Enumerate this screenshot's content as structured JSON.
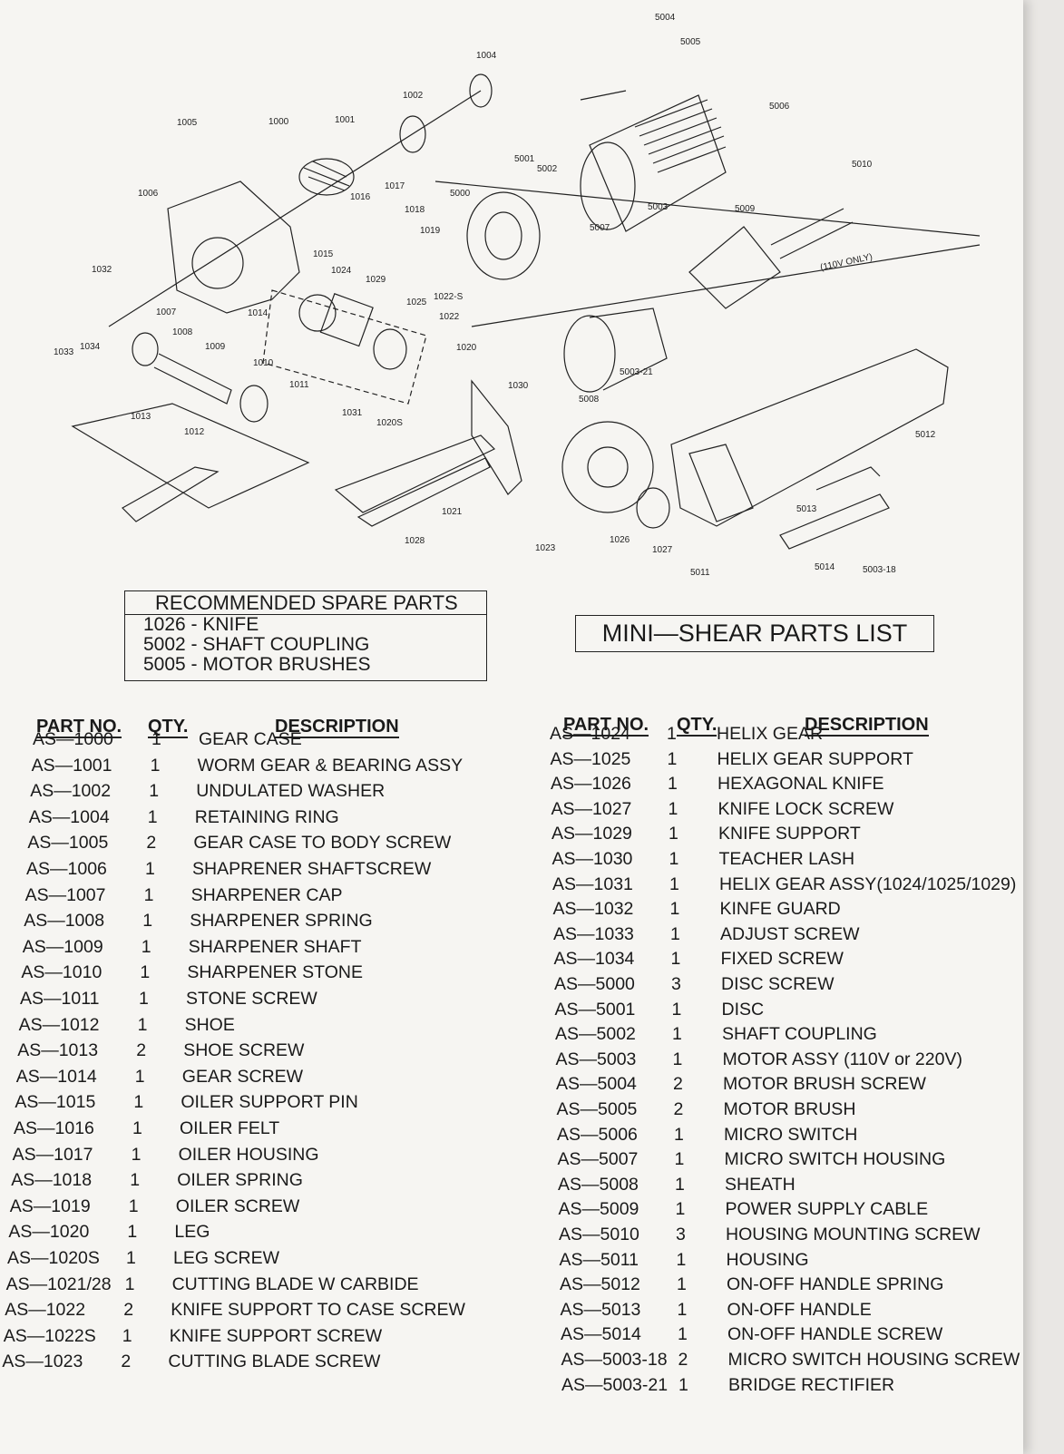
{
  "diagram": {
    "callouts": [
      "1000",
      "1001",
      "1002",
      "1004",
      "1005",
      "1006",
      "1007",
      "1008",
      "1009",
      "1010",
      "1011",
      "1012",
      "1013",
      "1014",
      "1015",
      "1016",
      "1017",
      "1018",
      "1019",
      "1020",
      "1020S",
      "1021",
      "1022",
      "1022-S",
      "1024",
      "1025",
      "1026",
      "1027",
      "1028",
      "1029",
      "1030",
      "1031",
      "1032",
      "1033",
      "1034",
      "1023",
      "5000",
      "5001",
      "5002",
      "5003",
      "5004",
      "5005",
      "5006",
      "5007",
      "5008",
      "5009",
      "5010",
      "5011",
      "5012",
      "5013",
      "5014",
      "5003-18",
      "5003-21"
    ],
    "note_110v": "(110V ONLY)"
  },
  "spare_parts": {
    "title": "RECOMMENDED SPARE PARTS",
    "items": [
      "1026 - KNIFE",
      "5002 - SHAFT COUPLING",
      "5005 - MOTOR BRUSHES"
    ]
  },
  "list_title": "MINI—SHEAR PARTS LIST",
  "headers": {
    "part_no": "PART NO.",
    "qty": "QTY.",
    "description": "DESCRIPTION"
  },
  "left_table": [
    {
      "part": "AS—1000",
      "qty": "1",
      "desc": "GEAR CASE"
    },
    {
      "part": "AS—1001",
      "qty": "1",
      "desc": "WORM GEAR & BEARING ASSY"
    },
    {
      "part": "AS—1002",
      "qty": "1",
      "desc": "UNDULATED WASHER"
    },
    {
      "part": "AS—1004",
      "qty": "1",
      "desc": "RETAINING RING"
    },
    {
      "part": "AS—1005",
      "qty": "2",
      "desc": "GEAR CASE TO BODY SCREW"
    },
    {
      "part": "AS—1006",
      "qty": "1",
      "desc": "SHAPRENER SHAFTSCREW"
    },
    {
      "part": "AS—1007",
      "qty": "1",
      "desc": "SHARPENER CAP"
    },
    {
      "part": "AS—1008",
      "qty": "1",
      "desc": "SHARPENER SPRING"
    },
    {
      "part": "AS—1009",
      "qty": "1",
      "desc": "SHARPENER SHAFT"
    },
    {
      "part": "AS—1010",
      "qty": "1",
      "desc": "SHARPENER STONE"
    },
    {
      "part": "AS—1011",
      "qty": "1",
      "desc": "STONE SCREW"
    },
    {
      "part": "AS—1012",
      "qty": "1",
      "desc": "SHOE"
    },
    {
      "part": "AS—1013",
      "qty": "2",
      "desc": "SHOE SCREW"
    },
    {
      "part": "AS—1014",
      "qty": "1",
      "desc": "GEAR SCREW"
    },
    {
      "part": "AS—1015",
      "qty": "1",
      "desc": "OILER SUPPORT PIN"
    },
    {
      "part": "AS—1016",
      "qty": "1",
      "desc": "OILER FELT"
    },
    {
      "part": "AS—1017",
      "qty": "1",
      "desc": "OILER HOUSING"
    },
    {
      "part": "AS—1018",
      "qty": "1",
      "desc": "OILER SPRING"
    },
    {
      "part": "AS—1019",
      "qty": "1",
      "desc": "OILER SCREW"
    },
    {
      "part": "AS—1020",
      "qty": "1",
      "desc": "LEG"
    },
    {
      "part": "AS—1020S",
      "qty": "1",
      "desc": "LEG SCREW"
    },
    {
      "part": "AS—1021/28",
      "qty": "1",
      "desc": "CUTTING BLADE W CARBIDE"
    },
    {
      "part": "AS—1022",
      "qty": "2",
      "desc": "KNIFE SUPPORT TO CASE SCREW"
    },
    {
      "part": "AS—1022S",
      "qty": "1",
      "desc": "KNIFE SUPPORT SCREW"
    },
    {
      "part": "AS—1023",
      "qty": "2",
      "desc": "CUTTING BLADE SCREW"
    }
  ],
  "right_table": [
    {
      "part": "AS—1024",
      "qty": "1",
      "desc": "HELIX GEAR"
    },
    {
      "part": "AS—1025",
      "qty": "1",
      "desc": "HELIX GEAR SUPPORT"
    },
    {
      "part": "AS—1026",
      "qty": "1",
      "desc": "HEXAGONAL KNIFE"
    },
    {
      "part": "AS—1027",
      "qty": "1",
      "desc": "KNIFE LOCK SCREW"
    },
    {
      "part": "AS—1029",
      "qty": "1",
      "desc": "KNIFE SUPPORT"
    },
    {
      "part": "AS—1030",
      "qty": "1",
      "desc": "TEACHER LASH"
    },
    {
      "part": "AS—1031",
      "qty": "1",
      "desc": "HELIX GEAR ASSY(1024/1025/1029)"
    },
    {
      "part": "AS—1032",
      "qty": "1",
      "desc": "KINFE GUARD"
    },
    {
      "part": "AS—1033",
      "qty": "1",
      "desc": "ADJUST SCREW"
    },
    {
      "part": "AS—1034",
      "qty": "1",
      "desc": "FIXED SCREW"
    },
    {
      "part": "AS—5000",
      "qty": "3",
      "desc": "DISC SCREW"
    },
    {
      "part": "AS—5001",
      "qty": "1",
      "desc": "DISC"
    },
    {
      "part": "AS—5002",
      "qty": "1",
      "desc": "SHAFT COUPLING"
    },
    {
      "part": "AS—5003",
      "qty": "1",
      "desc": "MOTOR ASSY (110V or 220V)"
    },
    {
      "part": "AS—5004",
      "qty": "2",
      "desc": "MOTOR BRUSH SCREW"
    },
    {
      "part": "AS—5005",
      "qty": "2",
      "desc": "MOTOR BRUSH"
    },
    {
      "part": "AS—5006",
      "qty": "1",
      "desc": "MICRO SWITCH"
    },
    {
      "part": "AS—5007",
      "qty": "1",
      "desc": "MICRO SWITCH HOUSING"
    },
    {
      "part": "AS—5008",
      "qty": "1",
      "desc": "SHEATH"
    },
    {
      "part": "AS—5009",
      "qty": "1",
      "desc": "POWER SUPPLY CABLE"
    },
    {
      "part": "AS—5010",
      "qty": "3",
      "desc": "HOUSING MOUNTING SCREW"
    },
    {
      "part": "AS—5011",
      "qty": "1",
      "desc": "HOUSING"
    },
    {
      "part": "AS—5012",
      "qty": "1",
      "desc": "ON-OFF HANDLE SPRING"
    },
    {
      "part": "AS—5013",
      "qty": "1",
      "desc": "ON-OFF HANDLE"
    },
    {
      "part": "AS—5014",
      "qty": "1",
      "desc": "ON-OFF HANDLE SCREW"
    },
    {
      "part": "AS—5003-18",
      "qty": "2",
      "desc": "MICRO SWITCH HOUSING SCREW"
    },
    {
      "part": "AS—5003-21",
      "qty": "1",
      "desc": "BRIDGE RECTIFIER"
    }
  ]
}
